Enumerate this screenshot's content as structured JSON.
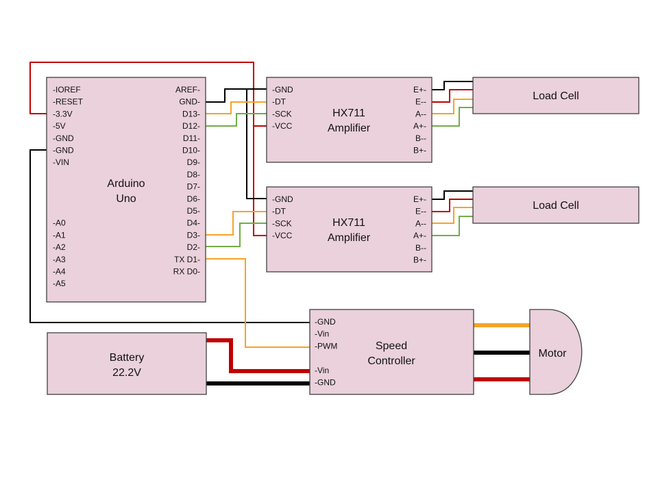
{
  "colors": {
    "red": "#c00000",
    "black": "#000000",
    "orange": "#f4a428",
    "green": "#70ad47",
    "box_fill": "#ead1dc"
  },
  "arduino": {
    "title_line1": "Arduino",
    "title_line2": "Uno",
    "left_pins": [
      "-IOREF",
      "-RESET",
      "-3.3V",
      "-5V",
      "-GND",
      "-GND",
      "-VIN",
      "-A0",
      "-A1",
      "-A2",
      "-A3",
      "-A4",
      "-A5"
    ],
    "right_pins": [
      "AREF-",
      "GND-",
      "D13-",
      "D12-",
      "D11-",
      "D10-",
      "D9-",
      "D8-",
      "D7-",
      "D6-",
      "D5-",
      "D4-",
      "D3-",
      "D2-",
      "TX D1-",
      "RX D0-"
    ]
  },
  "hx711_top": {
    "title_line1": "HX711",
    "title_line2": "Amplifier",
    "left_pins": [
      "-GND",
      "-DT",
      "-SCK",
      "-VCC"
    ],
    "right_pins": [
      "E+-",
      "E--",
      "A--",
      "A+-",
      "B--",
      "B+-"
    ]
  },
  "hx711_bottom": {
    "title_line1": "HX711",
    "title_line2": "Amplifier",
    "left_pins": [
      "-GND",
      "-DT",
      "-SCK",
      "-VCC"
    ],
    "right_pins": [
      "E+-",
      "E--",
      "A--",
      "A+-",
      "B--",
      "B+-"
    ]
  },
  "load_cell_top": {
    "title": "Load Cell"
  },
  "load_cell_bottom": {
    "title": "Load Cell"
  },
  "battery": {
    "title_line1": "Battery",
    "title_line2": "22.2V"
  },
  "speed_controller": {
    "title_line1": "Speed",
    "title_line2": "Controller",
    "left_pins": [
      "-GND",
      "-Vin",
      "-PWM",
      "-Vin",
      "-GND"
    ]
  },
  "motor": {
    "title": "Motor"
  }
}
